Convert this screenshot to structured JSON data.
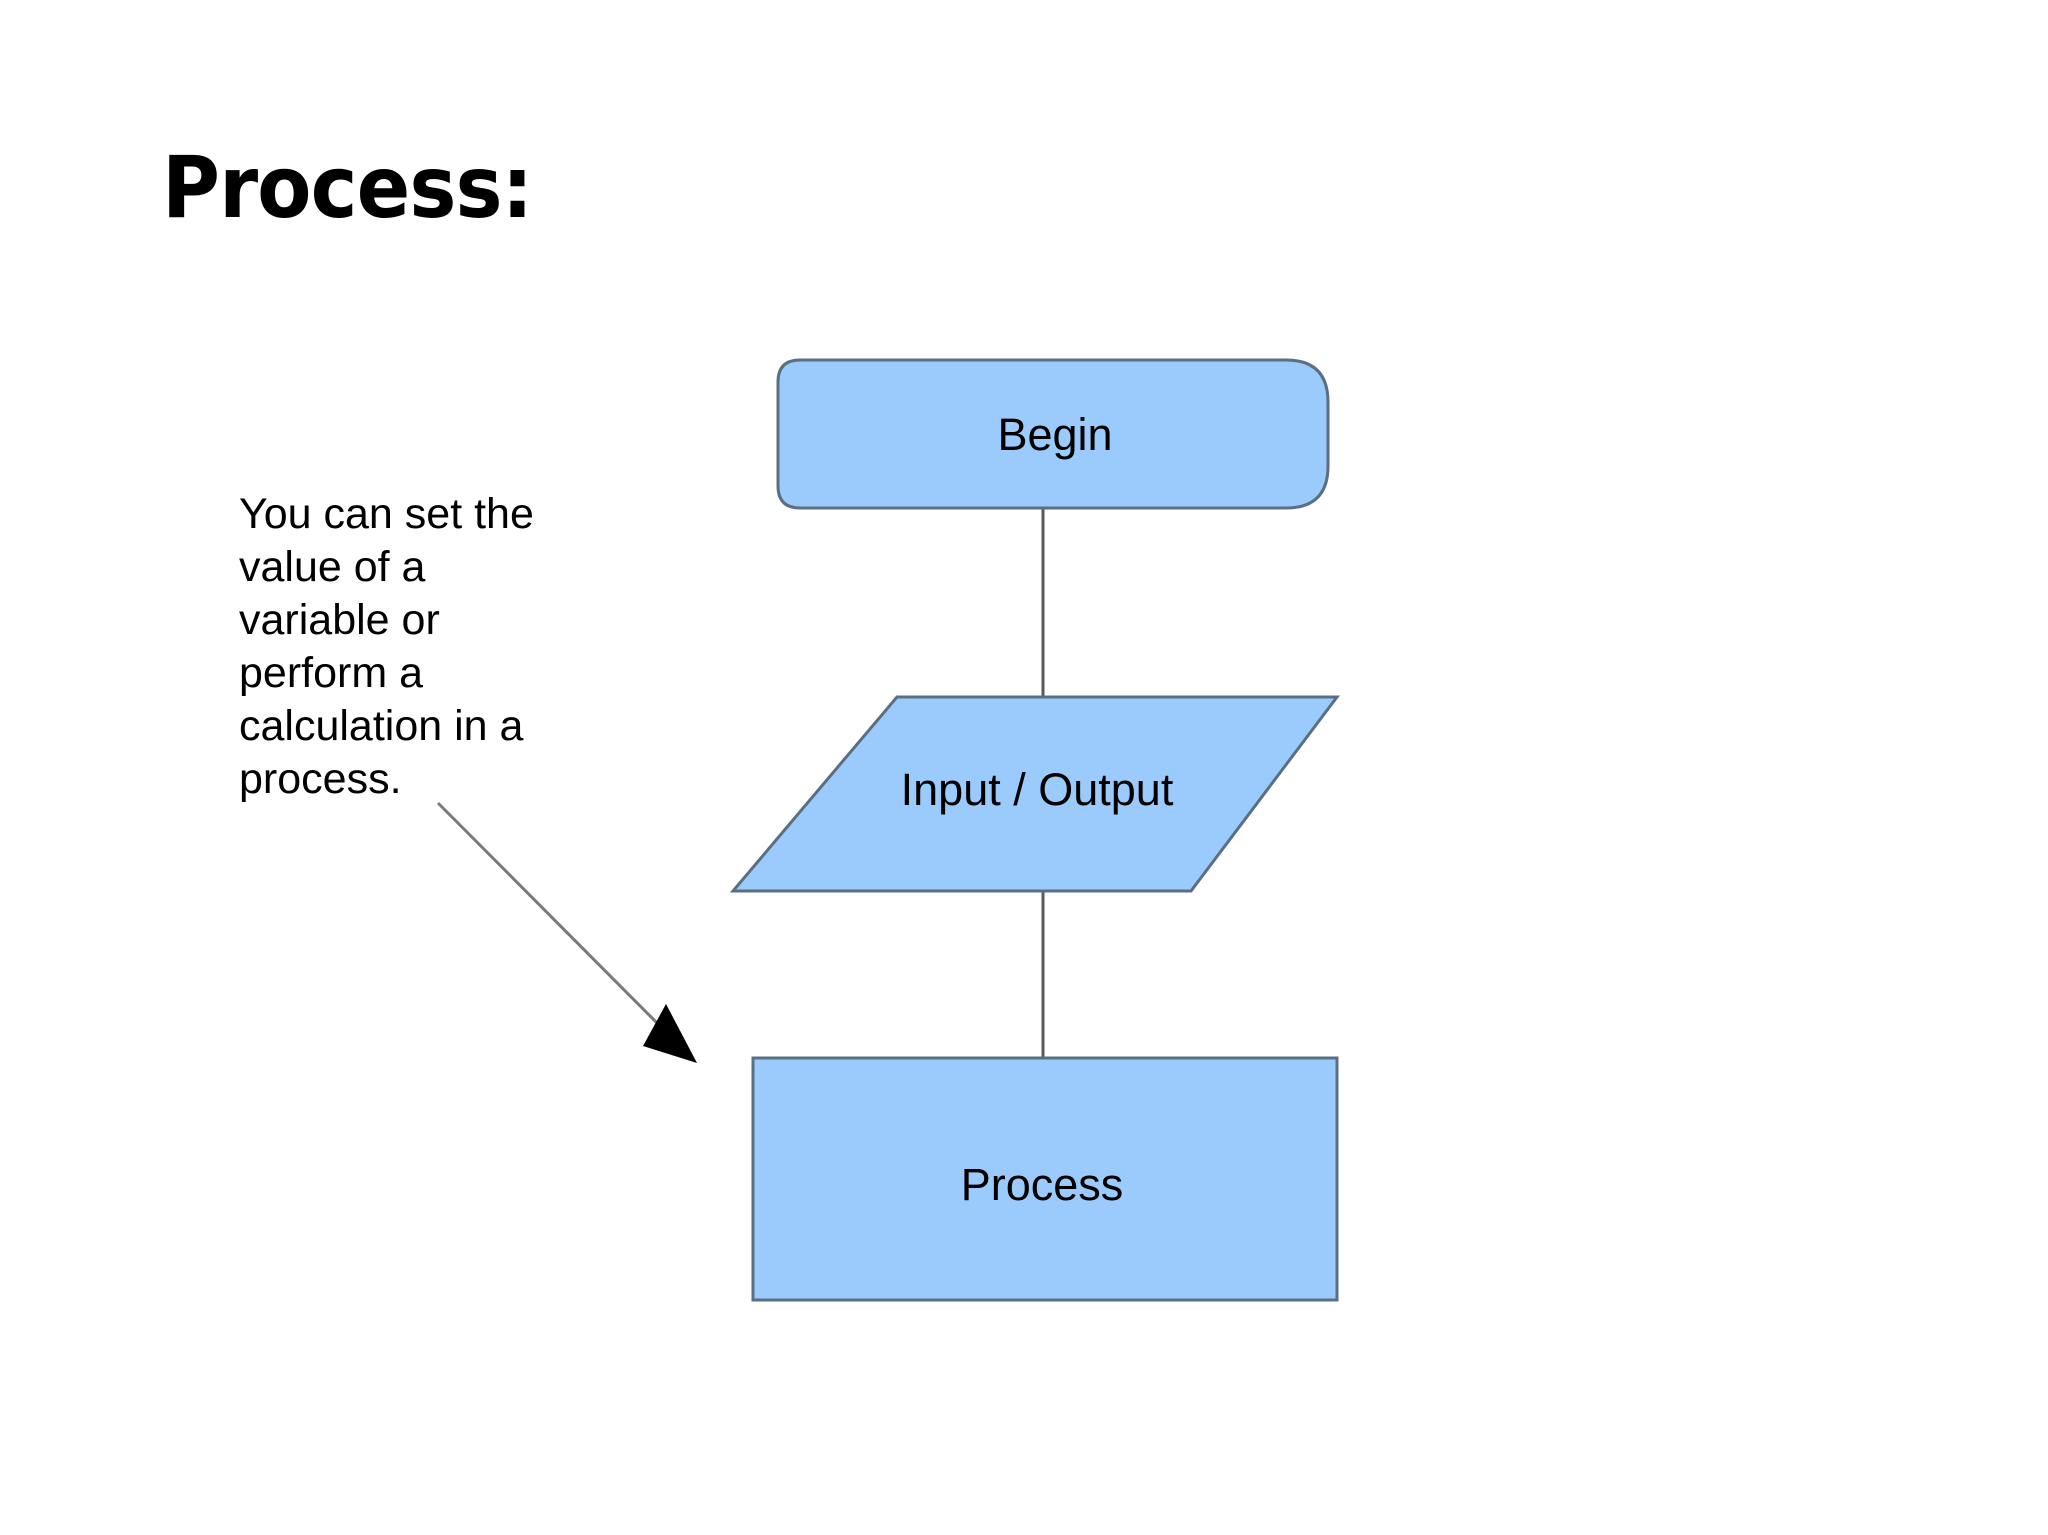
{
  "slide": {
    "title": "Process:",
    "background_color": "#FFFFFF"
  },
  "caption": {
    "text": "You can set the value of a variable or perform a calculation in a process.",
    "lines": [
      "You can set the",
      "value of a",
      "variable or",
      "perform a",
      "calculation in a",
      "process."
    ],
    "text_color": "#000000"
  },
  "flowchart": {
    "shape_fill_color": "#9BCBFC",
    "shape_border_color": "#5B6F82",
    "connector_color": "#595959",
    "arrow_color": "#000000",
    "nodes": [
      {
        "id": "begin",
        "label": "Begin",
        "shape": "rounded-rectangle"
      },
      {
        "id": "input-output",
        "label": "Input / Output",
        "shape": "parallelogram"
      },
      {
        "id": "process",
        "label": "Process",
        "shape": "rectangle"
      }
    ],
    "connectors": [
      {
        "from": "begin",
        "to": "input-output",
        "type": "line"
      },
      {
        "from": "input-output",
        "to": "process",
        "type": "line"
      }
    ],
    "annotation_arrow": {
      "from": "caption",
      "to": "process",
      "type": "arrow",
      "head": "filled-triangle"
    }
  }
}
